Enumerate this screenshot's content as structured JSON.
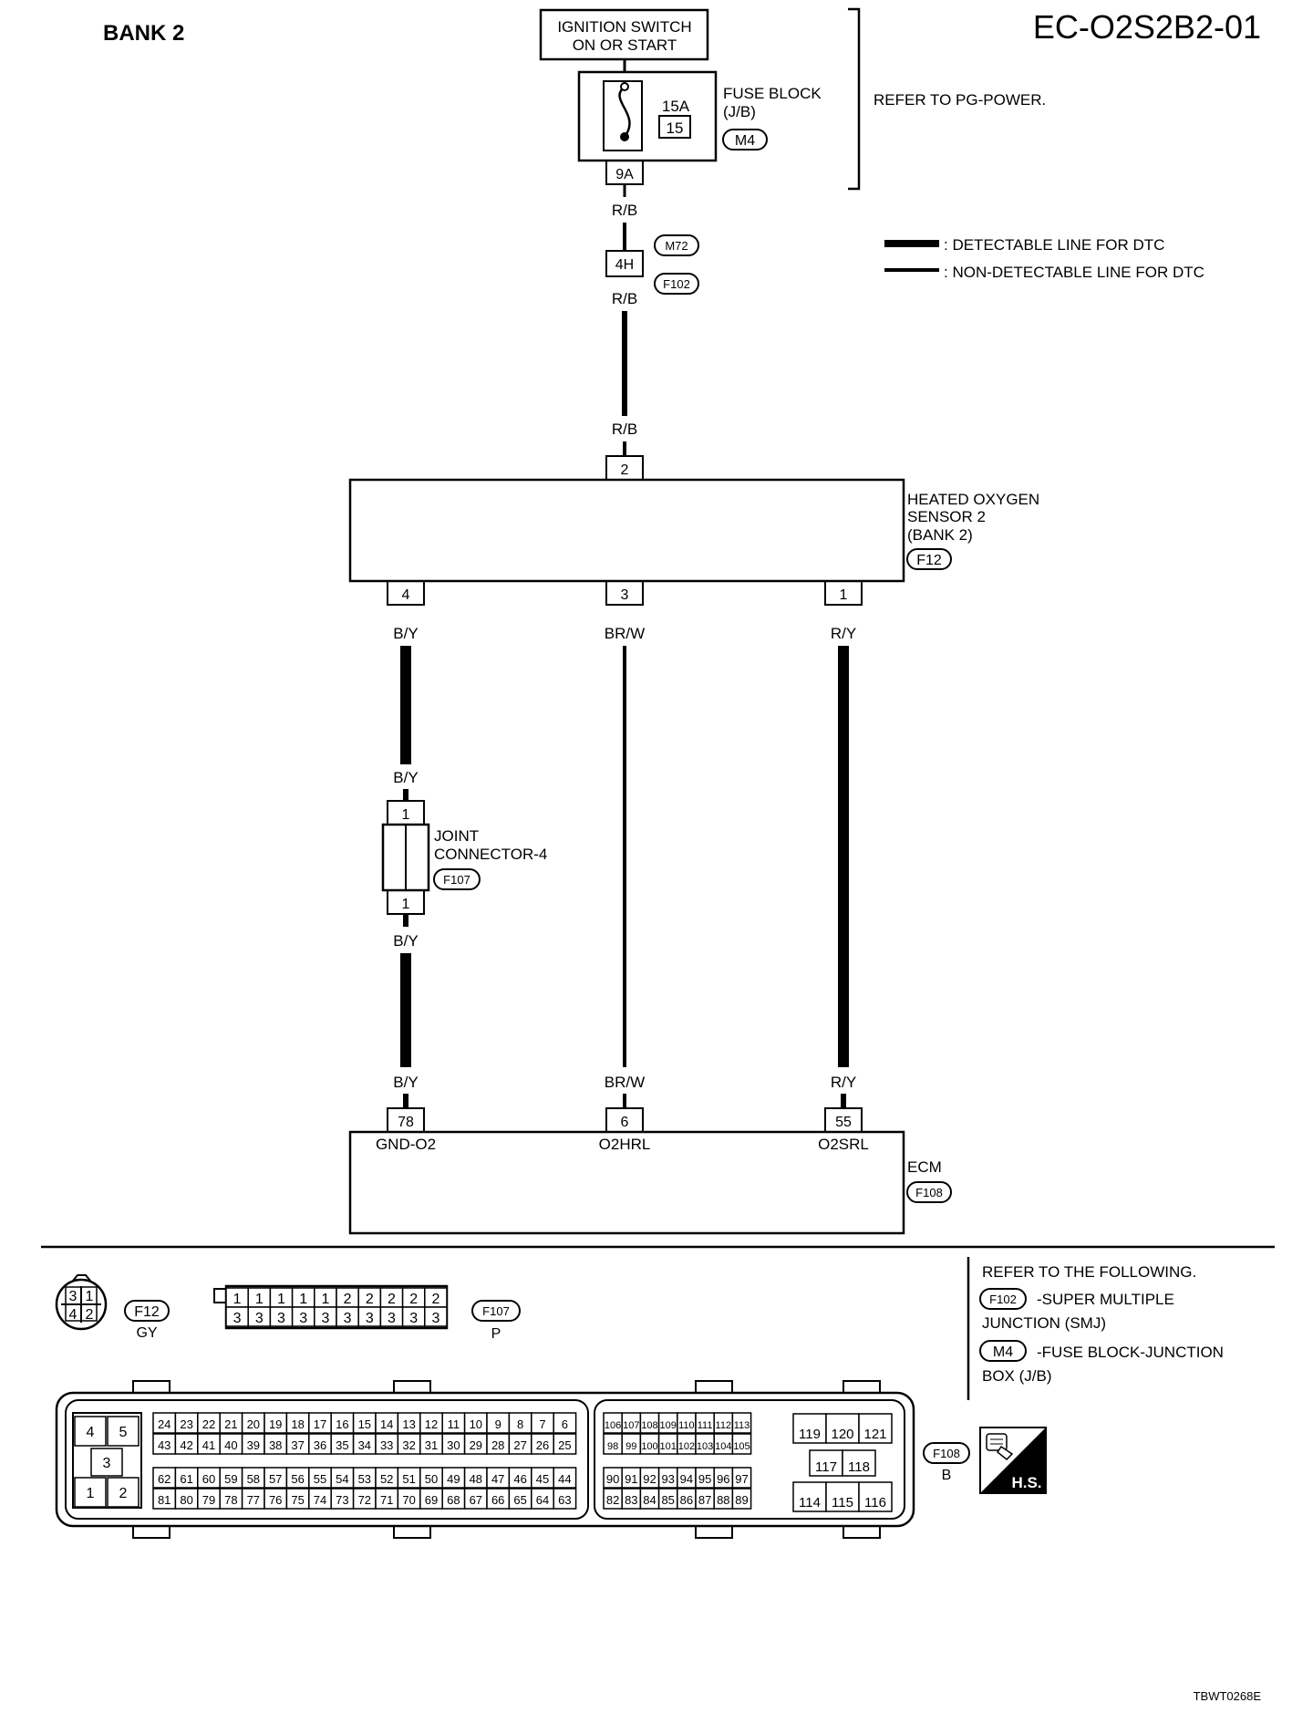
{
  "header": {
    "bank": "BANK 2",
    "code": "EC-O2S2B2-01"
  },
  "ignition": {
    "line1": "IGNITION SWITCH",
    "line2": "ON OR START"
  },
  "fuse_block": {
    "label1": "FUSE BLOCK",
    "label2": "(J/B)",
    "connector": "M4",
    "amp": "15A",
    "fuse_no": "15",
    "terminal": "9A",
    "refer": "REFER TO PG-POWER."
  },
  "legend": {
    "detectable": ": DETECTABLE LINE FOR DTC",
    "non_detectable": ": NON-DETECTABLE LINE FOR DTC"
  },
  "smj": {
    "terminal": "4H",
    "connector_top": "M72",
    "connector_bottom": "F102"
  },
  "wires": {
    "rb": "R/B",
    "by": "B/Y",
    "brw": "BR/W",
    "ry": "R/Y"
  },
  "sensor": {
    "line1": "HEATED OXYGEN",
    "line2": "SENSOR 2",
    "line3": "(BANK 2)",
    "connector": "F12",
    "pin_top": "2",
    "pin_left": "4",
    "pin_mid": "3",
    "pin_right": "1"
  },
  "joint": {
    "line1": "JOINT",
    "line2": "CONNECTOR-4",
    "connector": "F107",
    "pin_top": "1",
    "pin_bottom": "1"
  },
  "ecm": {
    "label": "ECM",
    "connector": "F108",
    "pin_left": "78",
    "pin_mid": "6",
    "pin_right": "55",
    "sig_left": "GND-O2",
    "sig_mid": "O2HRL",
    "sig_right": "O2SRL"
  },
  "refer_following": {
    "title": "REFER TO THE FOLLOWING.",
    "f102": "F102",
    "f102_desc1": "-SUPER MULTIPLE",
    "f102_desc2": "JUNCTION (SMJ)",
    "m4": "M4",
    "m4_desc1": "-FUSE BLOCK-JUNCTION",
    "m4_desc2": "BOX (J/B)"
  },
  "connectors": {
    "f12": {
      "id": "F12",
      "color": "GY",
      "pins": [
        "3",
        "1",
        "4",
        "2"
      ]
    },
    "f107": {
      "id": "F107",
      "color": "P",
      "top": [
        "1",
        "1",
        "1",
        "1",
        "1",
        "2",
        "2",
        "2",
        "2",
        "2"
      ],
      "bottom": [
        "3",
        "3",
        "3",
        "3",
        "3",
        "3",
        "3",
        "3",
        "3",
        "3"
      ]
    },
    "f108": {
      "id": "F108",
      "color": "B"
    }
  },
  "hs_badge": "H.S.",
  "footer_code": "TBWT0268E",
  "colors": {
    "ink": "#000000",
    "paper": "#ffffff"
  },
  "icons": {
    "harness_connector": "hand-connector-icon"
  }
}
